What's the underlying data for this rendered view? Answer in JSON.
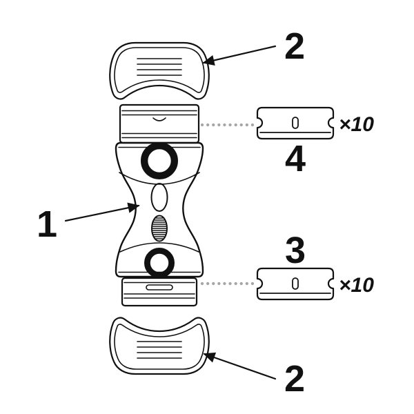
{
  "diagram": {
    "callouts": {
      "body": "1",
      "cap_top": "2",
      "cap_bottom": "2",
      "blade_bottom": "3",
      "blade_top": "4",
      "qty_top": "×10",
      "qty_bottom": "×10"
    },
    "colors": {
      "ink": "#111111",
      "leader_dots": "#a6a6a6",
      "background": "#ffffff"
    }
  }
}
